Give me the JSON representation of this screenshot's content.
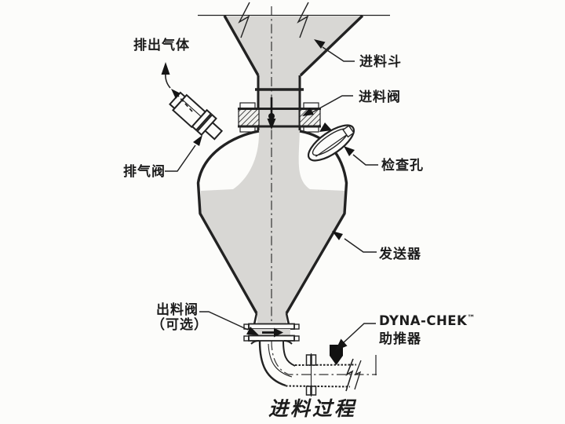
{
  "diagram": {
    "type": "technical-illustration",
    "title": "进料过程",
    "labels": {
      "exhaust_gas": "排出气体",
      "feed_hopper": "进料斗",
      "feed_valve": "进料阀",
      "exhaust_valve": "排气阀",
      "inspection_port": "检查孔",
      "transmitter": "发送器",
      "discharge_valve": "出料阀",
      "discharge_valve_note": "（可选）",
      "booster_brand": "DYNA-CHEK",
      "booster_trademark": "™",
      "booster_name": "助推器"
    },
    "colors": {
      "line": "#222222",
      "material_fill": "#d8d7d4",
      "background": "#fcfcfa",
      "text": "#1c1c1c"
    }
  }
}
